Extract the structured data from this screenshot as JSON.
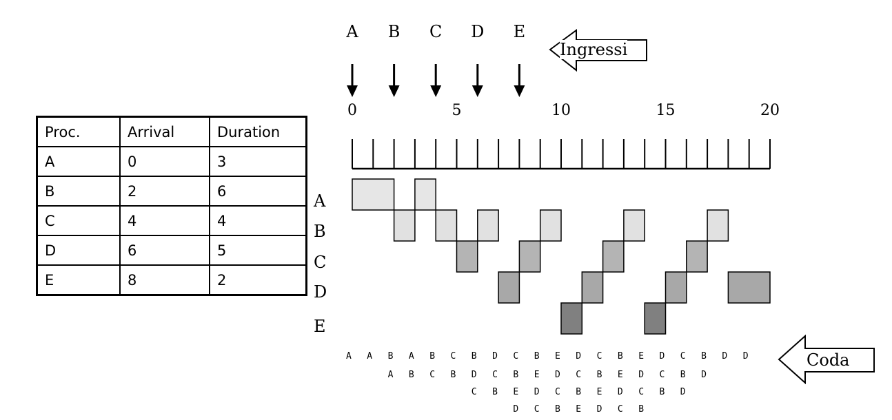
{
  "table": {
    "headers": [
      "Proc.",
      "Arrival",
      "Duration"
    ],
    "rows": [
      [
        "A",
        "0",
        "3"
      ],
      [
        "B",
        "2",
        "6"
      ],
      [
        "C",
        "4",
        "4"
      ],
      [
        "D",
        "6",
        "5"
      ],
      [
        "E",
        "8",
        "2"
      ]
    ]
  },
  "arrivals": [
    {
      "label": "A",
      "t": 0
    },
    {
      "label": "B",
      "t": 2
    },
    {
      "label": "C",
      "t": 4
    },
    {
      "label": "D",
      "t": 6
    },
    {
      "label": "E",
      "t": 8
    }
  ],
  "callouts": {
    "ingressi": "Ingressi",
    "coda": "Coda"
  },
  "timeline": {
    "tick_labels": [
      {
        "value": 0,
        "label": "0"
      },
      {
        "value": 5,
        "label": "5"
      },
      {
        "value": 10,
        "label": "10"
      },
      {
        "value": 15,
        "label": "15"
      },
      {
        "value": 20,
        "label": "20"
      }
    ],
    "range": [
      0,
      20
    ]
  },
  "gantt": {
    "rows": [
      {
        "process": "A",
        "color": "#e6e6e6",
        "slots": [
          [
            0,
            2
          ],
          [
            3,
            4
          ]
        ]
      },
      {
        "process": "B",
        "color": "#e1e1e1",
        "slots": [
          [
            2,
            3
          ],
          [
            4,
            5
          ],
          [
            6,
            7
          ],
          [
            9,
            10
          ],
          [
            13,
            14
          ],
          [
            17,
            18
          ]
        ]
      },
      {
        "process": "C",
        "color": "#b4b4b4",
        "slots": [
          [
            5,
            6
          ],
          [
            8,
            9
          ],
          [
            12,
            13
          ],
          [
            16,
            17
          ]
        ]
      },
      {
        "process": "D",
        "color": "#a8a8a8",
        "slots": [
          [
            7,
            8
          ],
          [
            11,
            12
          ],
          [
            15,
            16
          ],
          [
            18,
            20
          ]
        ]
      },
      {
        "process": "E",
        "color": "#808080",
        "slots": [
          [
            10,
            11
          ],
          [
            14,
            15
          ]
        ]
      }
    ]
  },
  "queue": [
    {
      "t": 0,
      "items": [
        "A"
      ]
    },
    {
      "t": 1,
      "items": [
        "A"
      ]
    },
    {
      "t": 2,
      "items": [
        "B",
        "A"
      ]
    },
    {
      "t": 3,
      "items": [
        "A",
        "B"
      ]
    },
    {
      "t": 4,
      "items": [
        "B",
        "C"
      ]
    },
    {
      "t": 5,
      "items": [
        "C",
        "B"
      ]
    },
    {
      "t": 6,
      "items": [
        "B",
        "D",
        "C"
      ]
    },
    {
      "t": 7,
      "items": [
        "D",
        "C",
        "B"
      ]
    },
    {
      "t": 8,
      "items": [
        "C",
        "B",
        "E",
        "D"
      ]
    },
    {
      "t": 9,
      "items": [
        "B",
        "E",
        "D",
        "C"
      ]
    },
    {
      "t": 10,
      "items": [
        "E",
        "D",
        "C",
        "B"
      ]
    },
    {
      "t": 11,
      "items": [
        "D",
        "C",
        "B",
        "E"
      ]
    },
    {
      "t": 12,
      "items": [
        "C",
        "B",
        "E",
        "D"
      ]
    },
    {
      "t": 13,
      "items": [
        "B",
        "E",
        "D",
        "C"
      ]
    },
    {
      "t": 14,
      "items": [
        "E",
        "D",
        "C",
        "B"
      ]
    },
    {
      "t": 15,
      "items": [
        "D",
        "C",
        "B"
      ]
    },
    {
      "t": 16,
      "items": [
        "C",
        "B",
        "D"
      ]
    },
    {
      "t": 17,
      "items": [
        "B",
        "D"
      ]
    },
    {
      "t": 18,
      "items": [
        "D"
      ]
    },
    {
      "t": 19,
      "items": [
        "D"
      ]
    }
  ]
}
